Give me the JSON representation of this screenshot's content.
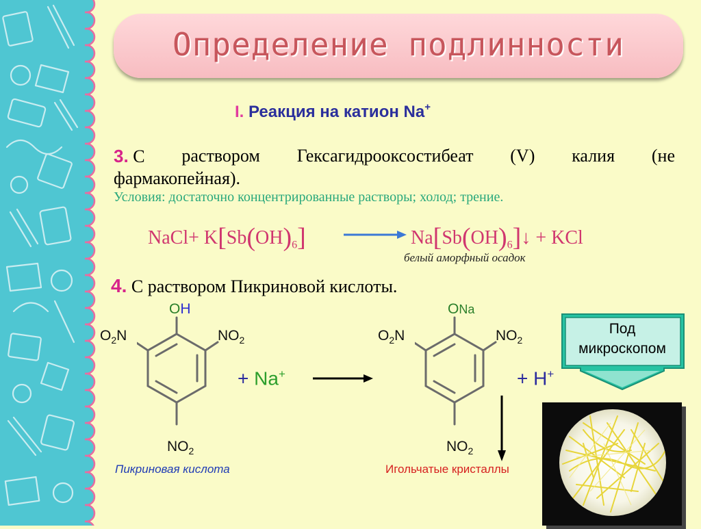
{
  "title": "Определение подлинности",
  "subheading": {
    "number": "I.",
    "text": " Реакция на катион Na",
    "sup": "+"
  },
  "item3": {
    "number": "3.",
    "words": [
      "С",
      "раствором",
      "Гексагидрооксостибеат",
      "(V)",
      "калия",
      "(не"
    ],
    "line2": "фармакопейная).",
    "conditions": "Условия: достаточно концентрированные растворы; холод; трение."
  },
  "equation": {
    "left_a": "NaCl+ K",
    "left_b": "Sb",
    "left_c": "OH",
    "left_sub": "6",
    "right_a": "Na",
    "right_b": "Sb",
    "right_c": "OH",
    "right_sub": "6",
    "right_tail": "+ KCl",
    "precipitate_arrow": "↓",
    "note": "белый аморфный осадок"
  },
  "item4": {
    "number": "4.",
    "text": "С раствором Пикриновой кислоты."
  },
  "picric": {
    "oh_o": "O",
    "oh_h": "H",
    "o2n_left": "O",
    "o2n_sub": "2",
    "o2n_right": "N",
    "no2_right_n": "NO",
    "no2_right_sub": "2",
    "no2_bottom_n": "NO",
    "no2_bottom_sub": "2",
    "caption": "Пикриновая кислота"
  },
  "reagent": {
    "plus": "+ ",
    "ion": "Na",
    "sup": "+"
  },
  "product": {
    "ona_o": "O",
    "ona_na": "Na",
    "o2n_left": "O",
    "o2n_sub": "2",
    "o2n_right": "N",
    "no2_right_n": "NO",
    "no2_right_sub": "2",
    "no2_bottom_n": "NO",
    "no2_bottom_sub": "2",
    "caption": "Игольчатые кристаллы"
  },
  "byproduct": {
    "plus": "+ ",
    "ion": "H",
    "sup": "+"
  },
  "microscope_label": {
    "line1": "Под",
    "line2": "микроскопом"
  },
  "colors": {
    "accent_pink": "#d7248a",
    "equation": "#d0366f",
    "conditions": "#29a87c",
    "caption_blue": "#1f3bb5",
    "caption_red": "#d62020",
    "arrow_box": "#27c3a3"
  }
}
